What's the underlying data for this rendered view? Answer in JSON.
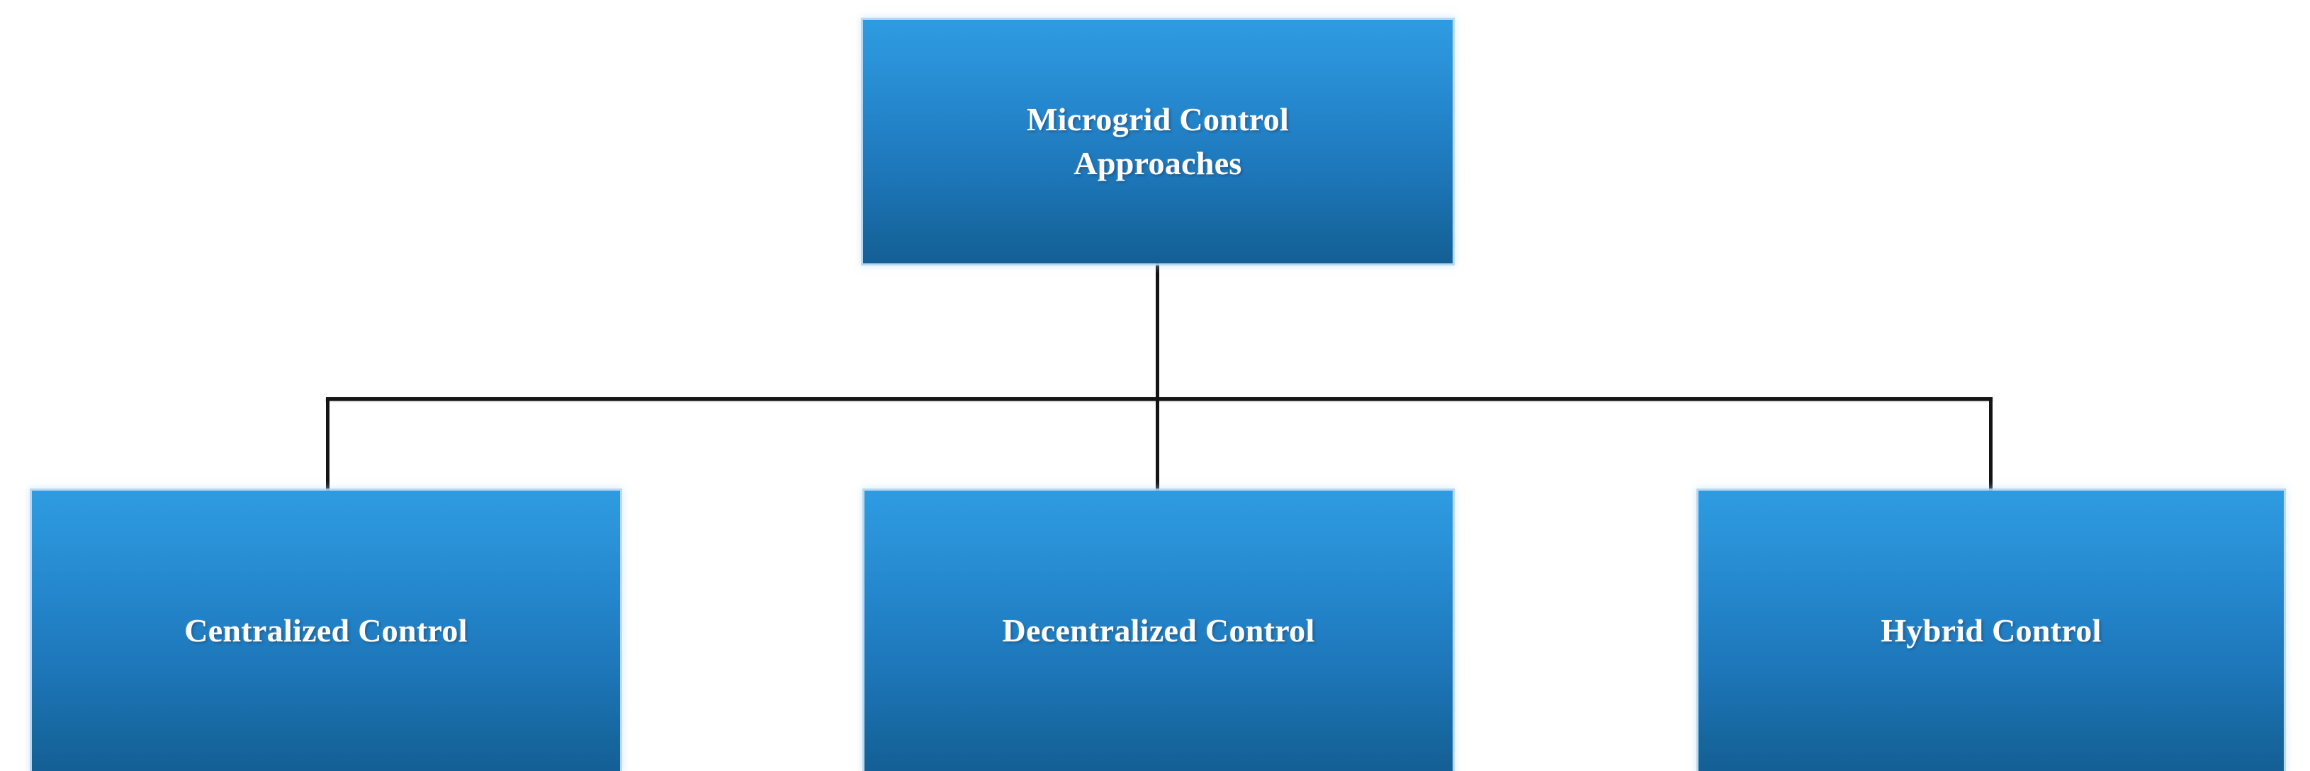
{
  "diagram": {
    "title": "Microgrid Control Approaches",
    "type": "hierarchy-tree",
    "root": {
      "label": "Microgrid Control Approaches",
      "label_line_1": "Microgrid Control",
      "label_line_2": "Approaches"
    },
    "children": [
      {
        "label": "Centralized Control"
      },
      {
        "label": "Decentralized Control"
      },
      {
        "label": "Hybrid Control"
      }
    ],
    "colors": {
      "node_gradient_top": "#2E9BE0",
      "node_gradient_bottom": "#145F95",
      "node_outline_glow": "#AFD4F0",
      "connector_line": "#141414",
      "label_text": "#FFFFFF",
      "background": "#FFFFFF"
    }
  }
}
